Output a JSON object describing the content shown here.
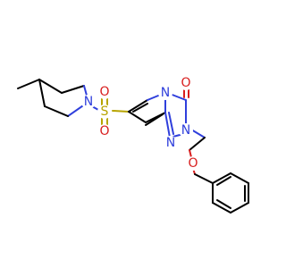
{
  "diagram": {
    "type": "chemical-structure",
    "atoms": {
      "n_piperidine": {
        "label": "N",
        "color": "#2f3fdc"
      },
      "s_sulfonyl": {
        "label": "S",
        "color": "#b7a400"
      },
      "o_sulfonyl_top": {
        "label": "O",
        "color": "#d81d1d"
      },
      "o_sulfonyl_bottom": {
        "label": "O",
        "color": "#d81d1d"
      },
      "n_bridge": {
        "label": "N",
        "color": "#2f3fdc"
      },
      "o_carbonyl": {
        "label": "O",
        "color": "#d81d1d"
      },
      "n_triazole_2": {
        "label": "N",
        "color": "#2f3fdc"
      },
      "n_triazole_1": {
        "label": "N",
        "color": "#2f3fdc"
      },
      "o_ether": {
        "label": "O",
        "color": "#d81d1d"
      }
    }
  }
}
